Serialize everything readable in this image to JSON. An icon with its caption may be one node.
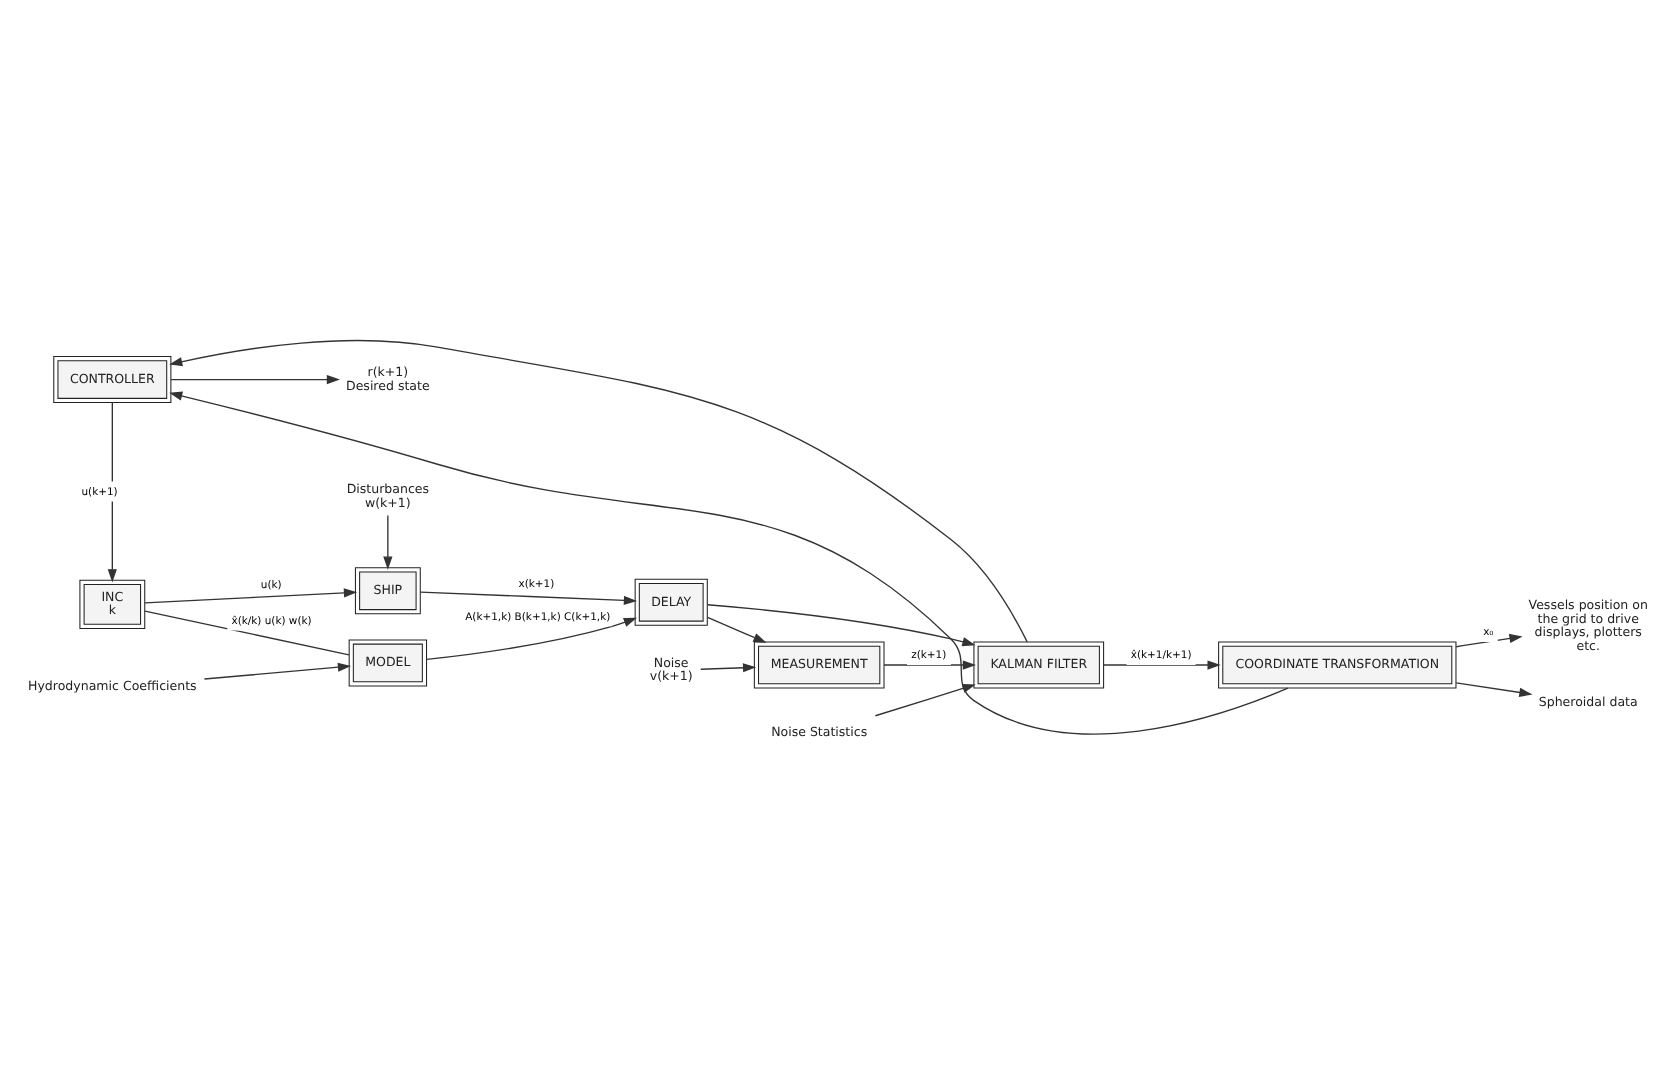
{
  "diagram": {
    "nodes": [
      {
        "text": [
          "SHIP"
        ]
      },
      {
        "text": [
          "MODEL"
        ]
      },
      {
        "text": [
          "DELAY"
        ]
      },
      {
        "text": [
          "MEASUREMENT"
        ]
      },
      {
        "text": [
          "KALMAN FILTER"
        ]
      },
      {
        "text": [
          "INC",
          "k"
        ]
      },
      {
        "text": [
          "CONTROLLER"
        ]
      },
      {
        "text": [
          "COORDINATE TRANSFORMATION"
        ]
      },
      {
        "text": [
          "Disturbances",
          "w(k+1)"
        ]
      },
      {
        "text": [
          "Noise",
          "v(k+1)"
        ]
      },
      {
        "text": [
          "Noise Statistics"
        ]
      },
      {
        "text": [
          "Hydrodynamic Coefficients"
        ]
      },
      {
        "text": [
          "r(k+1)",
          "Desired state"
        ]
      },
      {
        "text": [
          "Vessels position on the grid to drive displays, plotters etc."
        ]
      },
      {
        "text": [
          "Spheroidal data"
        ]
      }
    ],
    "edges": [
      {
        "from": 8,
        "to": 0,
        "arrow": "to"
      },
      {
        "from": 5,
        "to": 0,
        "label": "u(k)",
        "arrow": "to"
      },
      {
        "from": 5,
        "to": 1,
        "label": "x̂(k/k) u(k) w(k)",
        "arrow": "none"
      },
      {
        "from": 11,
        "to": 1,
        "arrow": "to"
      },
      {
        "from": 0,
        "to": 2,
        "label": "x(k+1)",
        "arrow": "to"
      },
      {
        "from": 1,
        "to": 2,
        "label": "A(k+1,k) B(k+1,k) C(k+1,k)",
        "arrow": "to"
      },
      {
        "from": 2,
        "to": 3,
        "arrow": "to"
      },
      {
        "from": 2,
        "to": 4,
        "arrow": "to"
      },
      {
        "from": 9,
        "to": 3,
        "arrow": "to"
      },
      {
        "from": 3,
        "to": 4,
        "label": "z(k+1)",
        "arrow": "to"
      },
      {
        "from": 10,
        "to": 4,
        "arrow": "to"
      },
      {
        "from": 4,
        "to": 7,
        "label": "x̂(k+1/k+1)",
        "arrow": "to"
      },
      {
        "from": 4,
        "to": 6,
        "arrow": "to"
      },
      {
        "from": 7,
        "to": 6,
        "arrow": "to"
      },
      {
        "from": 6,
        "to": 5,
        "label": "u(k+1)",
        "arrow": "to"
      },
      {
        "from": 6,
        "to": 12,
        "arrow": "to"
      },
      {
        "from": 7,
        "to": 13,
        "label": "x₀",
        "arrow": "to"
      },
      {
        "from": 7,
        "to": 14,
        "arrow": "to"
      }
    ]
  }
}
